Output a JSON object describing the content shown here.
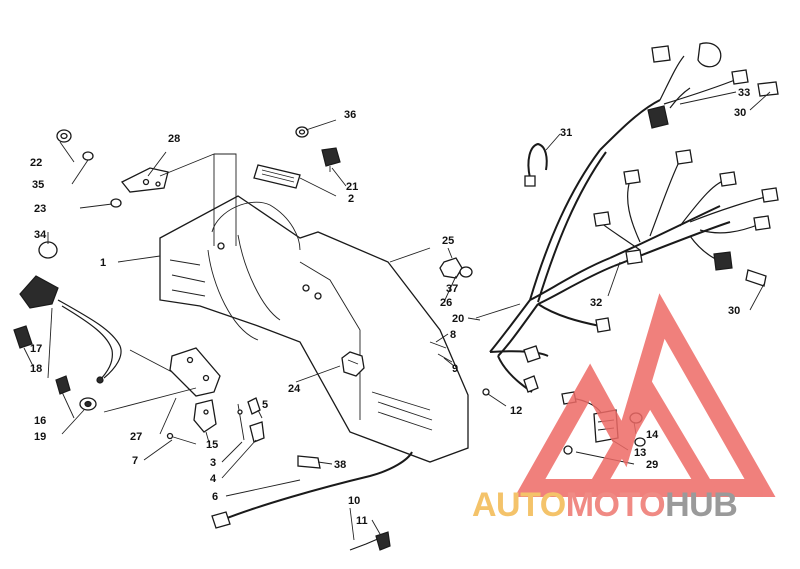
{
  "callouts": [
    {
      "id": "1",
      "text": "1"
    },
    {
      "id": "2",
      "text": "2"
    },
    {
      "id": "3",
      "text": "3"
    },
    {
      "id": "4",
      "text": "4"
    },
    {
      "id": "5",
      "text": "5"
    },
    {
      "id": "6",
      "text": "6"
    },
    {
      "id": "7",
      "text": "7"
    },
    {
      "id": "8",
      "text": "8"
    },
    {
      "id": "9",
      "text": "9"
    },
    {
      "id": "10",
      "text": "10"
    },
    {
      "id": "11",
      "text": "11"
    },
    {
      "id": "12",
      "text": "12"
    },
    {
      "id": "13",
      "text": "13"
    },
    {
      "id": "14",
      "text": "14"
    },
    {
      "id": "15",
      "text": "15"
    },
    {
      "id": "16",
      "text": "16"
    },
    {
      "id": "17",
      "text": "17"
    },
    {
      "id": "18",
      "text": "18"
    },
    {
      "id": "19",
      "text": "19"
    },
    {
      "id": "20",
      "text": "20"
    },
    {
      "id": "21",
      "text": "21"
    },
    {
      "id": "22",
      "text": "22"
    },
    {
      "id": "23",
      "text": "23"
    },
    {
      "id": "24",
      "text": "24"
    },
    {
      "id": "25",
      "text": "25"
    },
    {
      "id": "26",
      "text": "26"
    },
    {
      "id": "27",
      "text": "27"
    },
    {
      "id": "28",
      "text": "28"
    },
    {
      "id": "29",
      "text": "29"
    },
    {
      "id": "30a",
      "text": "30"
    },
    {
      "id": "30b",
      "text": "30"
    },
    {
      "id": "31",
      "text": "31"
    },
    {
      "id": "32",
      "text": "32"
    },
    {
      "id": "33",
      "text": "33"
    },
    {
      "id": "34",
      "text": "34"
    },
    {
      "id": "35",
      "text": "35"
    },
    {
      "id": "36",
      "text": "36"
    },
    {
      "id": "37",
      "text": "37"
    },
    {
      "id": "38",
      "text": "38"
    }
  ],
  "watermark": {
    "part1": "AUTO",
    "part2": "MOTO",
    "part3": "HUB",
    "colors": {
      "auto": "#f4c36a",
      "moto": "#f08a84",
      "hub": "#9a9a9a",
      "triangle": "#ee6a66"
    }
  }
}
